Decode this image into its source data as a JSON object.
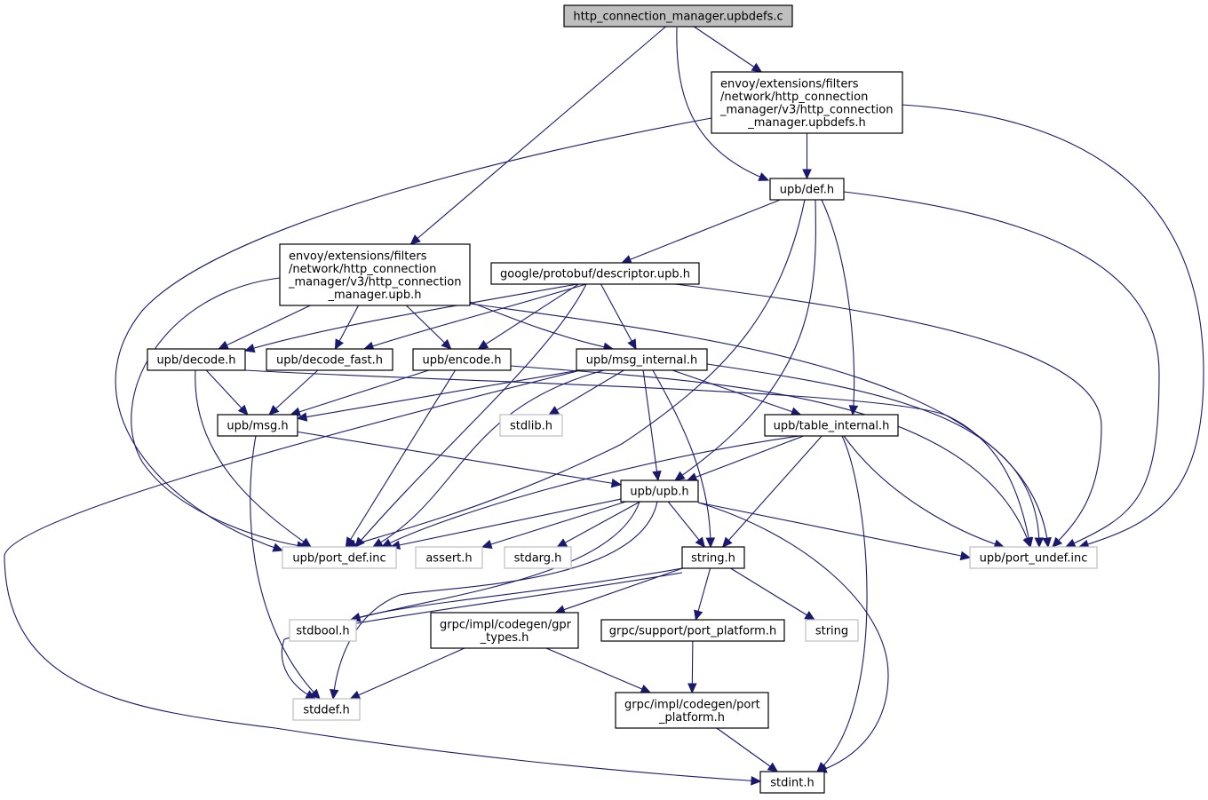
{
  "diagram": {
    "type": "include-dependency-graph",
    "colors": {
      "edge": "#191970",
      "root_fill": "#bfbfbf",
      "node_border": "#000000",
      "external_border": "#bfbfbf",
      "node_fill": "#ffffff"
    },
    "nodes": [
      {
        "id": "root",
        "lines": [
          "http_connection_manager.upbdefs.c"
        ],
        "kind": "root"
      },
      {
        "id": "upbdefs_h",
        "lines": [
          "envoy/extensions/filters",
          "/network/http_connection",
          "_manager/v3/http_connection",
          "_manager.upbdefs.h"
        ],
        "kind": "local"
      },
      {
        "id": "def_h",
        "lines": [
          "upb/def.h"
        ],
        "kind": "local"
      },
      {
        "id": "upb_h_envoy",
        "lines": [
          "envoy/extensions/filters",
          "/network/http_connection",
          "_manager/v3/http_connection",
          "_manager.upb.h"
        ],
        "kind": "local"
      },
      {
        "id": "descriptor",
        "lines": [
          "google/protobuf/descriptor.upb.h"
        ],
        "kind": "local"
      },
      {
        "id": "decode",
        "lines": [
          "upb/decode.h"
        ],
        "kind": "local"
      },
      {
        "id": "decode_fast",
        "lines": [
          "upb/decode_fast.h"
        ],
        "kind": "local"
      },
      {
        "id": "encode",
        "lines": [
          "upb/encode.h"
        ],
        "kind": "local"
      },
      {
        "id": "msg_internal",
        "lines": [
          "upb/msg_internal.h"
        ],
        "kind": "local"
      },
      {
        "id": "msg",
        "lines": [
          "upb/msg.h"
        ],
        "kind": "local"
      },
      {
        "id": "stdlib",
        "lines": [
          "stdlib.h"
        ],
        "kind": "external"
      },
      {
        "id": "table_internal",
        "lines": [
          "upb/table_internal.h"
        ],
        "kind": "local"
      },
      {
        "id": "upb",
        "lines": [
          "upb/upb.h"
        ],
        "kind": "local"
      },
      {
        "id": "port_def",
        "lines": [
          "upb/port_def.inc"
        ],
        "kind": "external"
      },
      {
        "id": "assert",
        "lines": [
          "assert.h"
        ],
        "kind": "external"
      },
      {
        "id": "stdarg",
        "lines": [
          "stdarg.h"
        ],
        "kind": "external"
      },
      {
        "id": "string_h",
        "lines": [
          "string.h"
        ],
        "kind": "local"
      },
      {
        "id": "port_undef",
        "lines": [
          "upb/port_undef.inc"
        ],
        "kind": "external"
      },
      {
        "id": "stdbool",
        "lines": [
          "stdbool.h"
        ],
        "kind": "external"
      },
      {
        "id": "gpr_types",
        "lines": [
          "grpc/impl/codegen/gpr",
          "_types.h"
        ],
        "kind": "local"
      },
      {
        "id": "port_platform_support",
        "lines": [
          "grpc/support/port_platform.h"
        ],
        "kind": "local"
      },
      {
        "id": "string",
        "lines": [
          "string"
        ],
        "kind": "external"
      },
      {
        "id": "stddef",
        "lines": [
          "stddef.h"
        ],
        "kind": "external"
      },
      {
        "id": "port_platform_codegen",
        "lines": [
          "grpc/impl/codegen/port",
          "_platform.h"
        ],
        "kind": "local"
      },
      {
        "id": "stdint",
        "lines": [
          "stdint.h"
        ],
        "kind": "local"
      }
    ],
    "edges": [
      [
        "root",
        "upbdefs_h"
      ],
      [
        "root",
        "def_h"
      ],
      [
        "root",
        "upb_h_envoy"
      ],
      [
        "upbdefs_h",
        "def_h"
      ],
      [
        "upbdefs_h",
        "port_def"
      ],
      [
        "upbdefs_h",
        "port_undef"
      ],
      [
        "def_h",
        "descriptor"
      ],
      [
        "def_h",
        "port_def"
      ],
      [
        "def_h",
        "upb"
      ],
      [
        "def_h",
        "table_internal"
      ],
      [
        "def_h",
        "port_undef"
      ],
      [
        "upb_h_envoy",
        "decode"
      ],
      [
        "upb_h_envoy",
        "decode_fast"
      ],
      [
        "upb_h_envoy",
        "encode"
      ],
      [
        "upb_h_envoy",
        "msg_internal"
      ],
      [
        "upb_h_envoy",
        "port_def"
      ],
      [
        "upb_h_envoy",
        "port_undef"
      ],
      [
        "descriptor",
        "decode"
      ],
      [
        "descriptor",
        "decode_fast"
      ],
      [
        "descriptor",
        "encode"
      ],
      [
        "descriptor",
        "msg_internal"
      ],
      [
        "descriptor",
        "port_def"
      ],
      [
        "descriptor",
        "port_undef"
      ],
      [
        "decode",
        "msg"
      ],
      [
        "decode",
        "port_def"
      ],
      [
        "decode",
        "port_undef"
      ],
      [
        "decode_fast",
        "msg"
      ],
      [
        "encode",
        "msg"
      ],
      [
        "encode",
        "port_def"
      ],
      [
        "encode",
        "port_undef"
      ],
      [
        "msg_internal",
        "msg"
      ],
      [
        "msg_internal",
        "stdlib"
      ],
      [
        "msg_internal",
        "table_internal"
      ],
      [
        "msg_internal",
        "upb"
      ],
      [
        "msg_internal",
        "string_h"
      ],
      [
        "msg_internal",
        "port_def"
      ],
      [
        "msg_internal",
        "port_undef"
      ],
      [
        "msg_internal",
        "stdint"
      ],
      [
        "msg",
        "upb"
      ],
      [
        "msg",
        "stddef"
      ],
      [
        "table_internal",
        "upb"
      ],
      [
        "table_internal",
        "string_h"
      ],
      [
        "table_internal",
        "port_def"
      ],
      [
        "table_internal",
        "port_undef"
      ],
      [
        "table_internal",
        "stdint"
      ],
      [
        "upb",
        "port_def"
      ],
      [
        "upb",
        "assert"
      ],
      [
        "upb",
        "stdarg"
      ],
      [
        "upb",
        "string_h"
      ],
      [
        "upb",
        "stdbool"
      ],
      [
        "upb",
        "stddef"
      ],
      [
        "upb",
        "stdint"
      ],
      [
        "upb",
        "port_undef"
      ],
      [
        "string_h",
        "stdbool"
      ],
      [
        "string_h",
        "stddef"
      ],
      [
        "string_h",
        "gpr_types"
      ],
      [
        "string_h",
        "port_platform_support"
      ],
      [
        "string_h",
        "string"
      ],
      [
        "gpr_types",
        "stddef"
      ],
      [
        "gpr_types",
        "port_platform_codegen"
      ],
      [
        "port_platform_support",
        "port_platform_codegen"
      ],
      [
        "port_platform_codegen",
        "stdint"
      ]
    ]
  }
}
